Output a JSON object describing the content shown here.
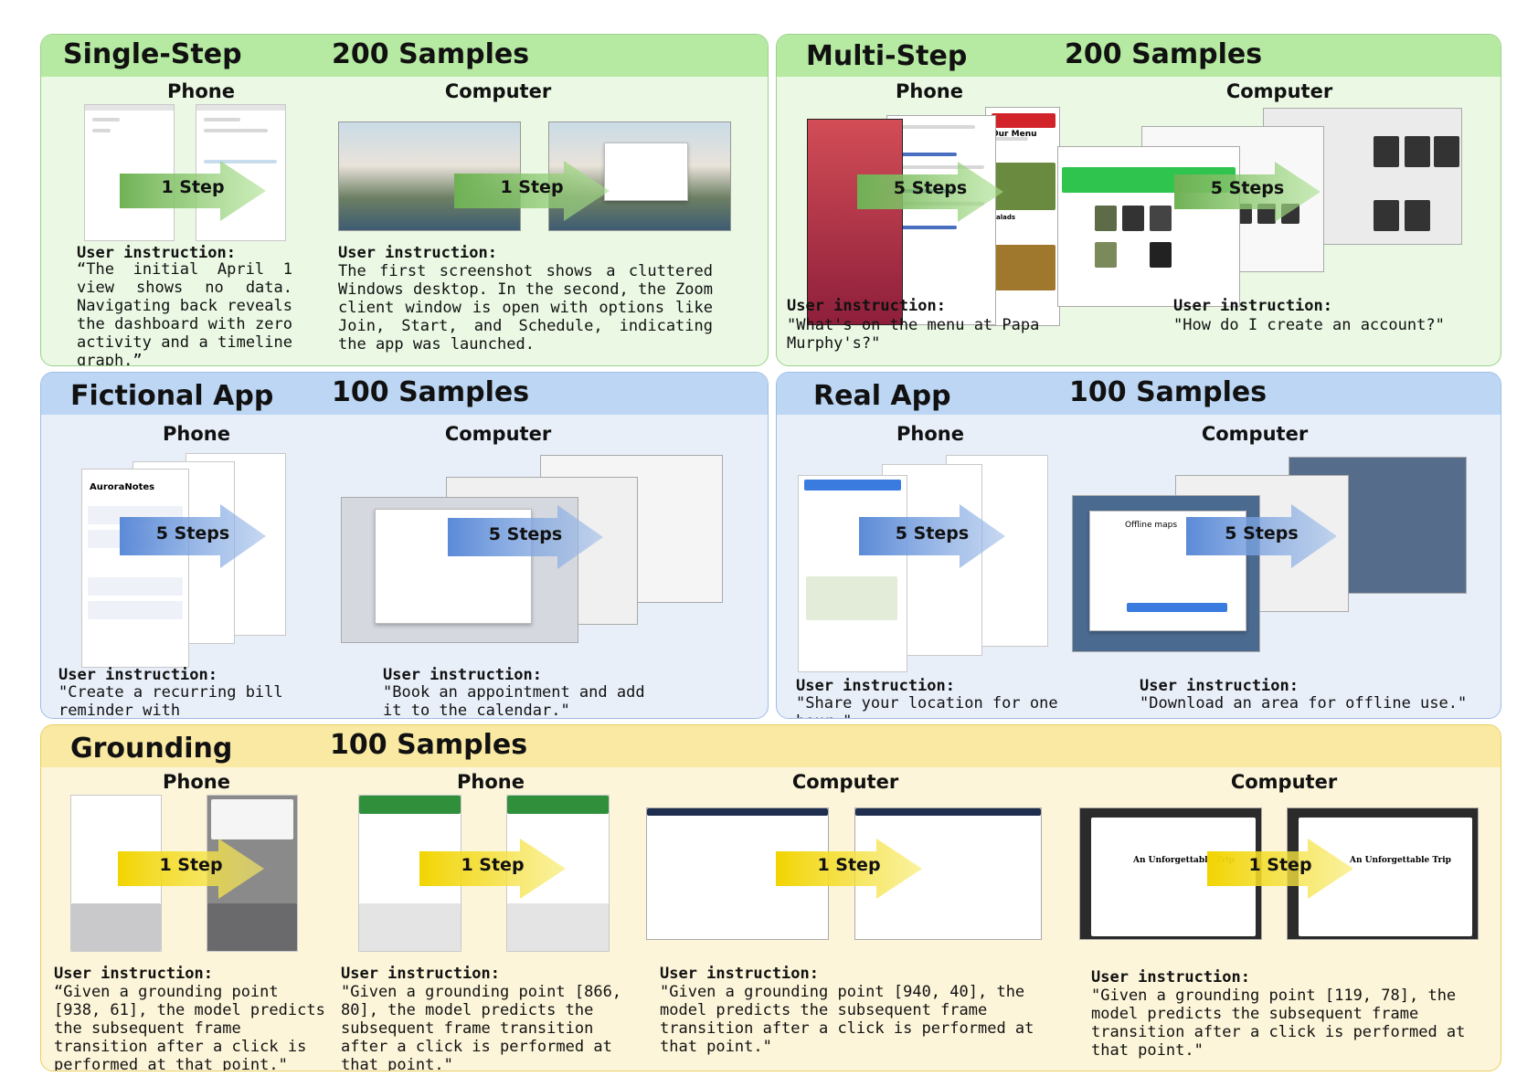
{
  "colors": {
    "green_band": "#b6eaa2",
    "blue_band": "#bcd6f4",
    "yellow_band": "#f9e9a2",
    "green_arrow": "#8ccf6b",
    "blue_arrow": "#6f98dc",
    "yellow_arrow": "#f5e10a"
  },
  "panels": {
    "single": {
      "title": "Single-Step",
      "count": "200 Samples",
      "phone": {
        "label": "Phone",
        "arrow": "1 Step",
        "ins_head": "User instruction:",
        "ins_text": "“The initial April 1 view shows no data. Navigating back reveals the dashboard with zero activity and a timeline graph.”"
      },
      "computer": {
        "label": "Computer",
        "arrow": "1 Step",
        "ins_head": "User instruction:",
        "ins_text": "The first screenshot shows a cluttered Windows desktop. In the second, the Zoom client window is open with options like Join, Start, and Schedule, indicating the app was launched."
      }
    },
    "multi": {
      "title": "Multi-Step",
      "count": "200 Samples",
      "phone": {
        "label": "Phone",
        "arrow": "5 Steps",
        "ins_head": "User instruction:",
        "ins_text": "\"What's on the menu at Papa Murphy's?\"",
        "s_menu": "Our Menu",
        "s_salads": "Salads"
      },
      "computer": {
        "label": "Computer",
        "arrow": "5 Steps",
        "ins_head": "User instruction:",
        "ins_text": "\"How do I create an account?\""
      }
    },
    "fictional": {
      "title": "Fictional App",
      "count": "100 Samples",
      "phone": {
        "label": "Phone",
        "arrow": "5 Steps",
        "ins_head": "User instruction:",
        "ins_text": "\"Create a recurring bill reminder with notifications.\"",
        "app_name": "AuroraNotes"
      },
      "computer": {
        "label": "Computer",
        "arrow": "5 Steps",
        "ins_head": "User instruction:",
        "ins_text": "\"Book an appointment and add it to the calendar.\""
      }
    },
    "real": {
      "title": "Real App",
      "count": "100 Samples",
      "phone": {
        "label": "Phone",
        "arrow": "5 Steps",
        "ins_head": "User instruction:",
        "ins_text": "\"Share your location for one hour.\""
      },
      "computer": {
        "label": "Computer",
        "arrow": "5 Steps",
        "ins_head": "User instruction:",
        "ins_text": "\"Download an area for offline use.\"",
        "s_offline": "Offline maps"
      }
    },
    "grounding": {
      "title": "Grounding",
      "count": "100 Samples",
      "g1": {
        "label": "Phone",
        "arrow": "1 Step",
        "ins_head": "User instruction:",
        "ins_text": "“Given a grounding point [938, 61], the model predicts the subsequent frame transition after a click is performed at that point.\""
      },
      "g2": {
        "label": "Phone",
        "arrow": "1 Step",
        "ins_head": "User instruction:",
        "ins_text": "\"Given a grounding point [866, 80], the model predicts the subsequent frame transition after a click is performed at that point.\""
      },
      "g3": {
        "label": "Computer",
        "arrow": "1 Step",
        "ins_head": "User instruction:",
        "ins_text": "\"Given a grounding point [940, 40], the model predicts the subsequent frame transition after a click is performed at that point.\""
      },
      "g4": {
        "label": "Computer",
        "arrow": "1 Step",
        "ins_head": "User instruction:",
        "ins_text": "\"Given a grounding point [119, 78], the model predicts the subsequent frame transition after a click is performed at that point.\"",
        "doc_title": "An Unforgettable Trip"
      }
    }
  }
}
